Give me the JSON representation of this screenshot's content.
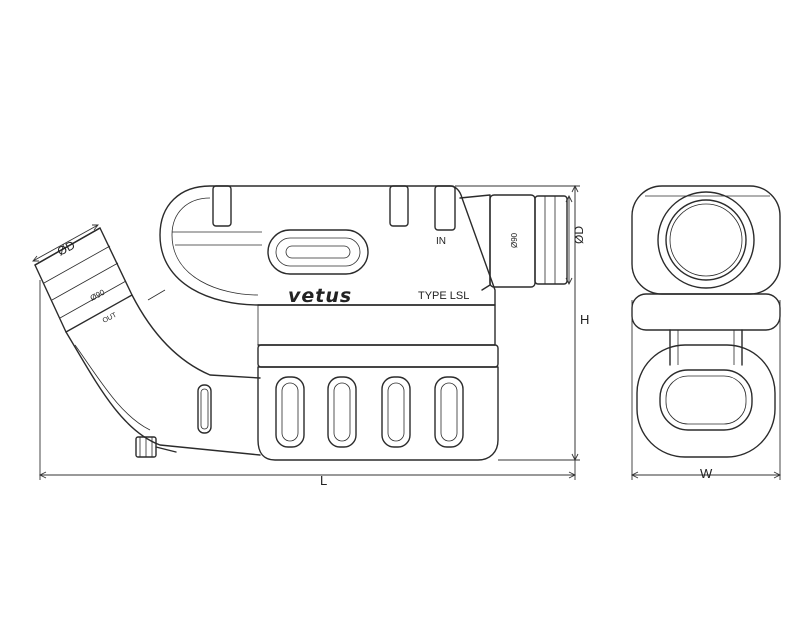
{
  "labels": {
    "in": "IN",
    "out": "OUT",
    "type": "TYPE LSL",
    "diam_in": "Ø90",
    "diam_out": "Ø90",
    "d_in": "ØD",
    "d_out": "ØD",
    "height": "H",
    "length": "L",
    "width": "W"
  },
  "logo_text": "vetus"
}
